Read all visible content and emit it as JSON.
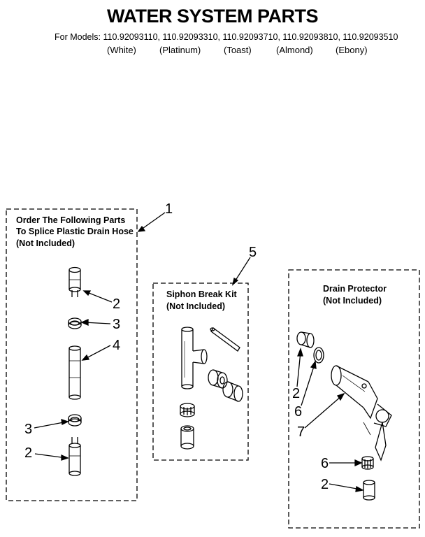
{
  "header": {
    "title": "WATER SYSTEM PARTS",
    "models_line": "For Models: 110.92093110, 110.92093310, 110.92093710, 110.92093810, 110.92093510",
    "colors": [
      "(White)",
      "(Platinum)",
      "(Toast)",
      "(Almond)",
      "(Ebony)"
    ]
  },
  "box_splice": {
    "lines": [
      "Order The Following Parts",
      "To Splice Plastic Drain Hose",
      "(Not Included)"
    ],
    "callout": "1",
    "parts": [
      "2",
      "3",
      "4",
      "3",
      "2"
    ]
  },
  "box_siphon": {
    "lines": [
      "Siphon Break Kit",
      "(Not Included)"
    ],
    "callout": "5"
  },
  "box_drain": {
    "lines": [
      "Drain Protector",
      "(Not Included)"
    ],
    "parts": [
      "2",
      "6",
      "7",
      "6",
      "2"
    ]
  }
}
